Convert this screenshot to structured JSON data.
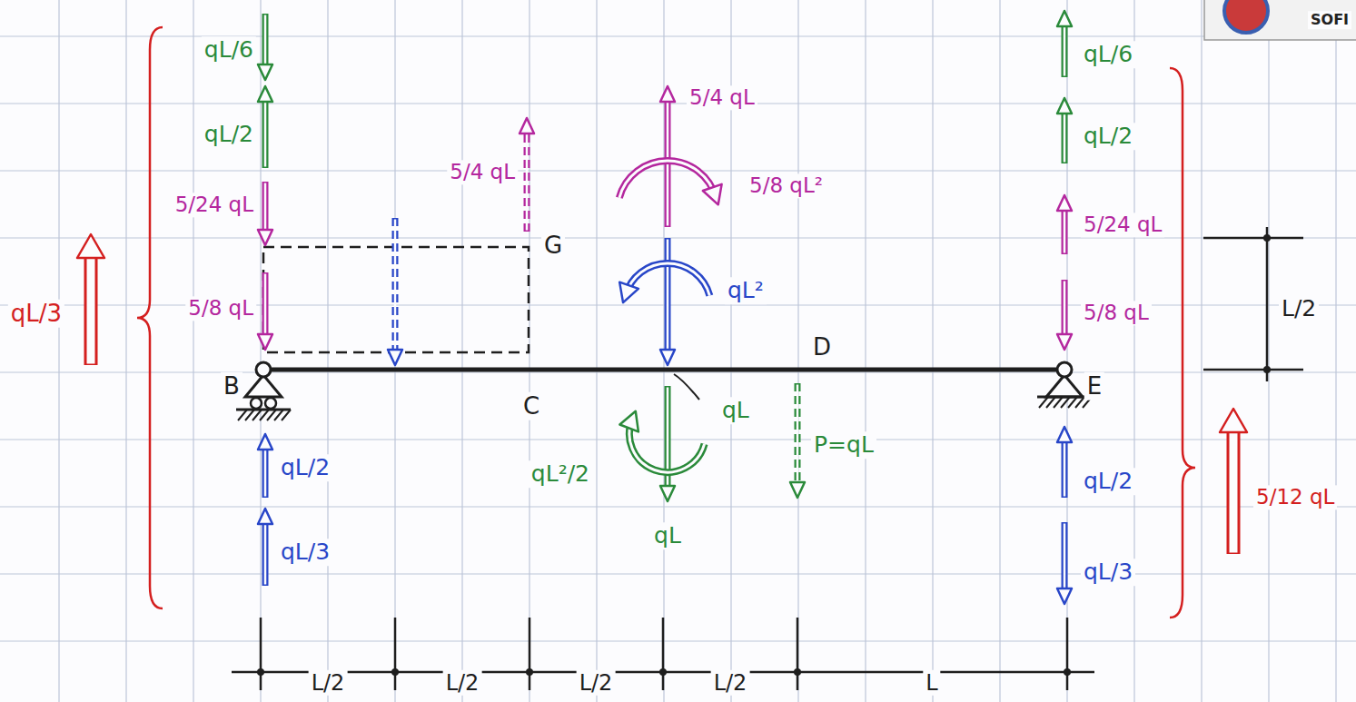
{
  "diagram": {
    "labels": [
      "qL/6",
      "qL/2",
      "5/24 qL",
      "5/8 qL",
      "qL/3",
      "B",
      "qL/2",
      "qL/3",
      "5/4 qL",
      "G",
      "5/4 qL",
      "5/8 qL²",
      "qL²",
      "D",
      "C",
      "qL",
      "qL²/2",
      "qL",
      "P=qL",
      "qL/6",
      "qL/2",
      "5/24 qL",
      "5/8 qL",
      "E",
      "qL/2",
      "qL/3",
      "5/12 qL",
      "L/2",
      "L/2",
      "L/2",
      "L/2",
      "L/2",
      "L",
      "SOFI"
    ]
  }
}
